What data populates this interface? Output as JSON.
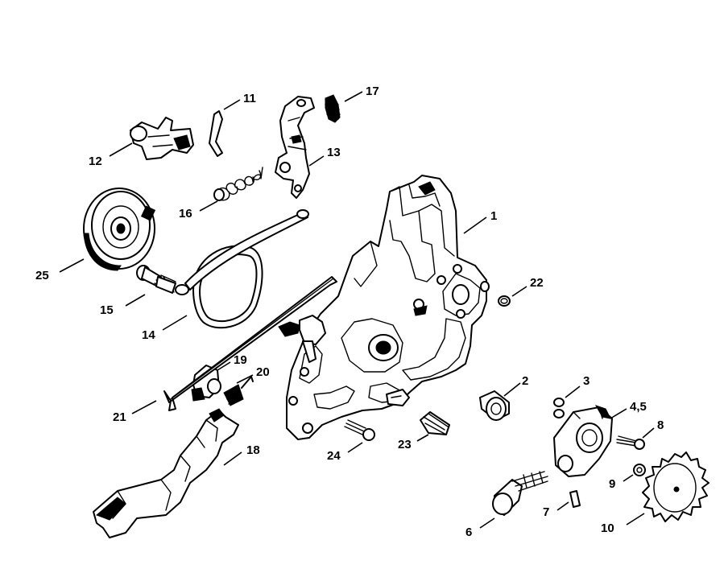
{
  "parts": [
    {
      "id": "p1",
      "label": "1"
    },
    {
      "id": "p2",
      "label": "2"
    },
    {
      "id": "p3",
      "label": "3"
    },
    {
      "id": "p45",
      "label": "4,5"
    },
    {
      "id": "p6",
      "label": "6"
    },
    {
      "id": "p7",
      "label": "7"
    },
    {
      "id": "p8",
      "label": "8"
    },
    {
      "id": "p9",
      "label": "9"
    },
    {
      "id": "p10",
      "label": "10"
    },
    {
      "id": "p11",
      "label": "11"
    },
    {
      "id": "p12",
      "label": "12"
    },
    {
      "id": "p13",
      "label": "13"
    },
    {
      "id": "p14",
      "label": "14"
    },
    {
      "id": "p15",
      "label": "15"
    },
    {
      "id": "p16",
      "label": "16"
    },
    {
      "id": "p17",
      "label": "17"
    },
    {
      "id": "p18",
      "label": "18"
    },
    {
      "id": "p19",
      "label": "19"
    },
    {
      "id": "p20",
      "label": "20"
    },
    {
      "id": "p21",
      "label": "21"
    },
    {
      "id": "p22",
      "label": "22"
    },
    {
      "id": "p23",
      "label": "23"
    },
    {
      "id": "p24",
      "label": "24"
    },
    {
      "id": "p25",
      "label": "25"
    }
  ]
}
